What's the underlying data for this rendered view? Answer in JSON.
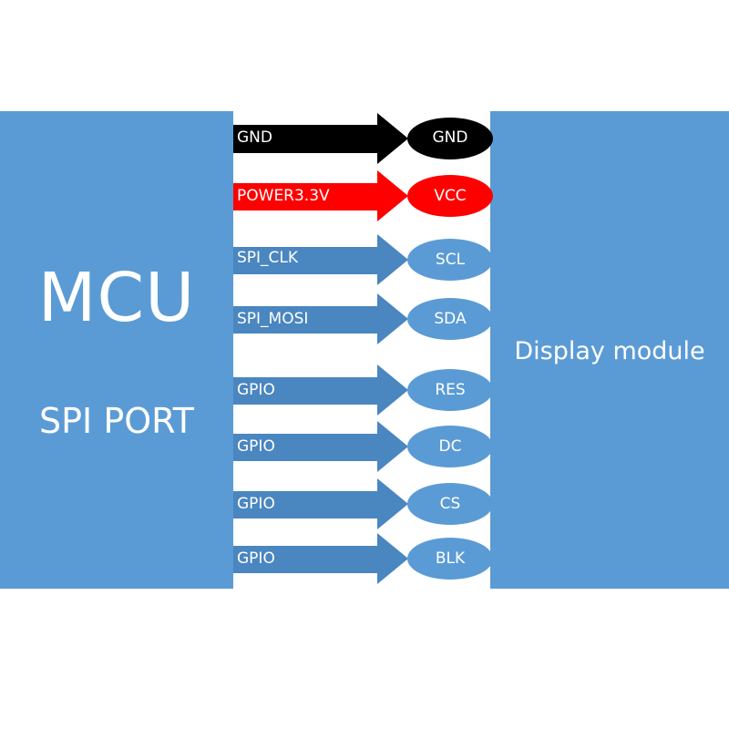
{
  "colors": {
    "block_blue": "#5b9bd5",
    "arrow_blue": "#4a86c0",
    "ellipse_blue": "#5b9bd5",
    "gnd_black": "#000000",
    "power_red": "#ff0000",
    "text_white": "#ffffff"
  },
  "mcu": {
    "title": "MCU",
    "subtitle": "SPI PORT"
  },
  "display": {
    "title": "Display module"
  },
  "connections": [
    {
      "signal": "GND",
      "pin": "GND",
      "color": "#000000"
    },
    {
      "signal": "POWER3.3V",
      "pin": "VCC",
      "color": "#ff0000"
    },
    {
      "signal": "SPI_CLK",
      "pin": "SCL",
      "color": "#4a86c0"
    },
    {
      "signal": "SPI_MOSI",
      "pin": "SDA",
      "color": "#4a86c0"
    },
    {
      "signal": "GPIO",
      "pin": "RES",
      "color": "#4a86c0"
    },
    {
      "signal": "GPIO",
      "pin": "DC",
      "color": "#4a86c0"
    },
    {
      "signal": "GPIO",
      "pin": "CS",
      "color": "#4a86c0"
    },
    {
      "signal": "GPIO",
      "pin": "BLK",
      "color": "#4a86c0"
    }
  ]
}
